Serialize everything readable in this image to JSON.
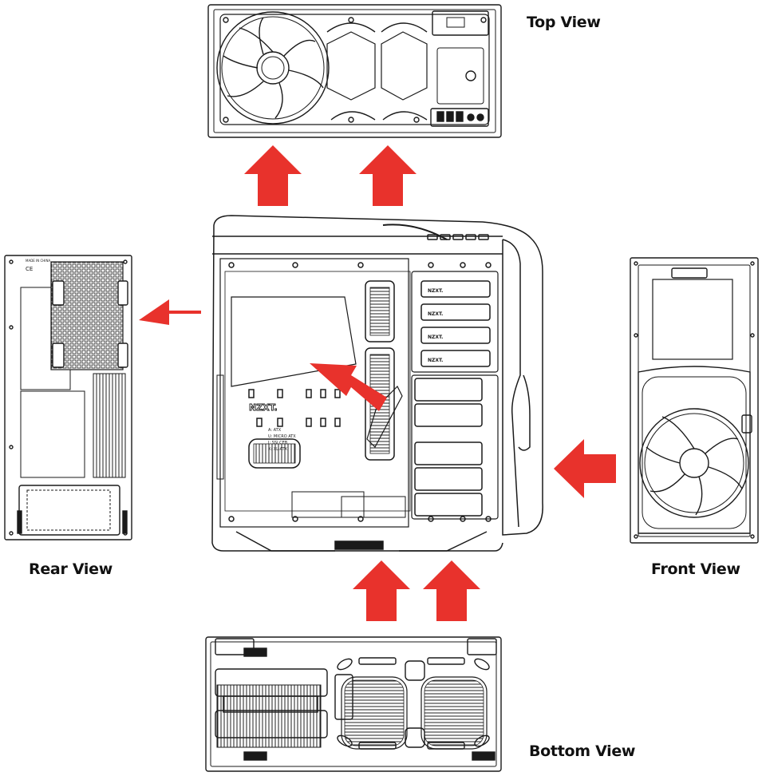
{
  "labels": {
    "top": "Top View",
    "rear": "Rear View",
    "front": "Front View",
    "bottom": "Bottom View"
  },
  "case": {
    "logo": "NZXT.",
    "mb_legend": [
      "A: ATX",
      "U: MICRO ATX",
      "I: SSI CEB",
      "X: XL-ATX"
    ],
    "bay_label": "NZXT."
  },
  "rear_panel": {
    "made_in": "MADE IN CHINA",
    "marks": "CE"
  },
  "arrow_color": "#e8322c",
  "line_color": "#1a1a1a"
}
